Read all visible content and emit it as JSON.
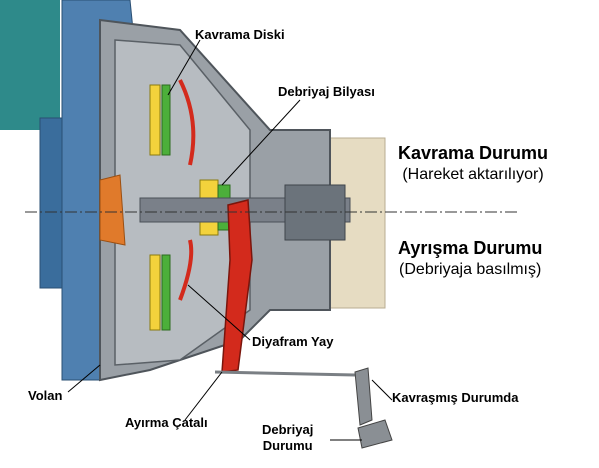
{
  "labels": {
    "kavrama_diski": "Kavrama Diski",
    "debriyaj_bilyasi": "Debriyaj Bilyası",
    "diyafram_yay": "Diyafram Yay",
    "volan": "Volan",
    "ayirma_catali": "Ayırma Çatalı",
    "debriyaj_durumu_1": "Debriyaj",
    "debriyaj_durumu_2": "Durumu",
    "kavrasmis_durumda": "Kavraşmış Durumda"
  },
  "states": {
    "kavrama_title": "Kavrama Durumu",
    "kavrama_sub": "(Hareket aktarılıyor)",
    "ayrisma_title": "Ayrışma Durumu",
    "ayrisma_sub": "(Debriyaja basılmış)"
  },
  "colors": {
    "housing": "#9aa0a6",
    "housing_dark": "#6f757b",
    "flywheel_blue": "#3a6d9c",
    "engine_teal": "#2e8a8a",
    "gearbox_beige": "#e6dcc2",
    "red": "#d32a1c",
    "green": "#4caf3a",
    "yellow": "#f3d23c",
    "orange": "#e07a2b"
  }
}
